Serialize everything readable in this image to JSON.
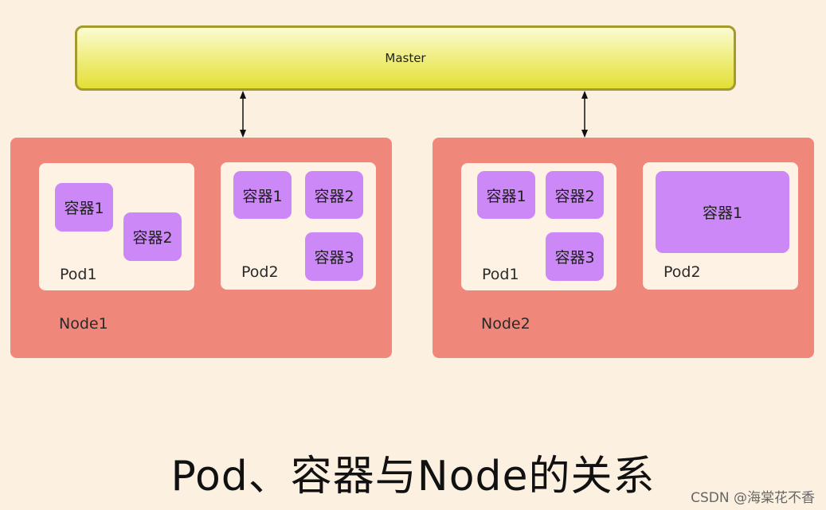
{
  "master": {
    "label": "Master"
  },
  "nodes": [
    {
      "label": "Node1",
      "pods": [
        {
          "label": "Pod1",
          "containers": [
            "容器1",
            "容器2"
          ]
        },
        {
          "label": "Pod2",
          "containers": [
            "容器1",
            "容器2",
            "容器3"
          ]
        }
      ]
    },
    {
      "label": "Node2",
      "pods": [
        {
          "label": "Pod1",
          "containers": [
            "容器1",
            "容器2",
            "容器3"
          ]
        },
        {
          "label": "Pod2",
          "containers": [
            "容器1"
          ]
        }
      ]
    }
  ],
  "title": "Pod、容器与Node的关系",
  "watermark": "CSDN @海棠花不香",
  "colors": {
    "background": "#fcf0e1",
    "master": "#ece961",
    "node": "#ef877b",
    "pod": "#fdf2e4",
    "container": "#cd88f7"
  }
}
